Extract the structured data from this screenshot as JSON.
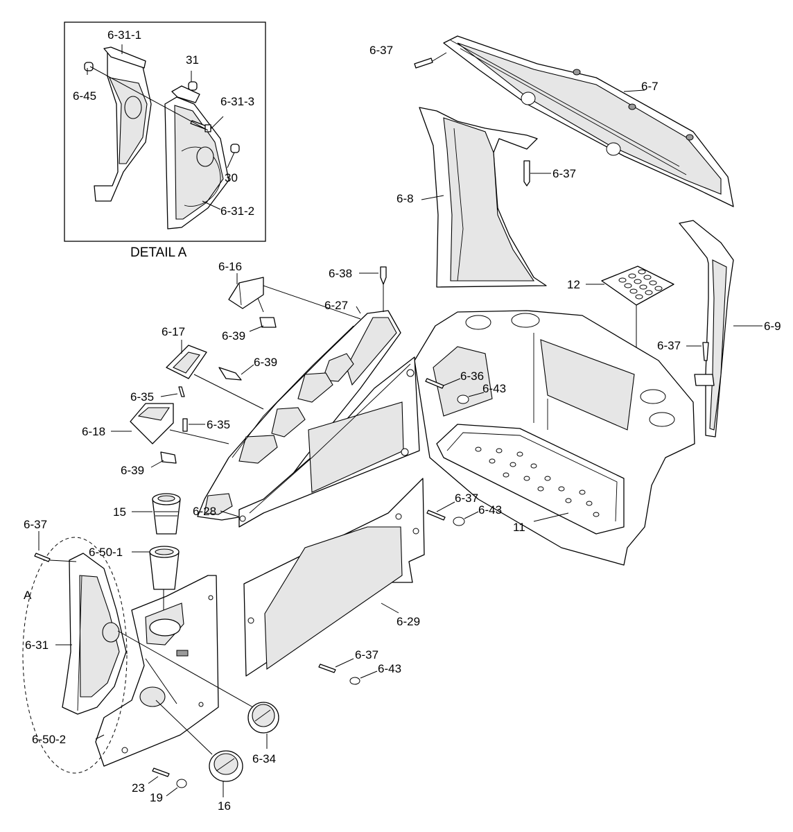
{
  "detail_caption": "DETAIL A",
  "detail_ref": "A",
  "labels": {
    "d_6_31_1": "6-31-1",
    "d_31": "31",
    "d_6_45": "6-45",
    "d_6_31_3": "6-31-3",
    "d_30": "30",
    "d_6_31_2": "6-31-2",
    "l_6_37_top": "6-37",
    "l_6_7": "6-7",
    "l_6_37_b": "6-37",
    "l_6_8": "6-8",
    "l_6_16": "6-16",
    "l_6_38": "6-38",
    "l_6_27": "6-27",
    "l_12": "12",
    "l_6_9": "6-9",
    "l_6_39_a": "6-39",
    "l_6_17": "6-17",
    "l_6_39_b": "6-39",
    "l_6_37_c": "6-37",
    "l_6_36": "6-36",
    "l_6_43_a": "6-43",
    "l_6_35_a": "6-35",
    "l_6_35_b": "6-35",
    "l_6_18": "6-18",
    "l_6_39_c": "6-39",
    "l_15": "15",
    "l_6_37_d": "6-37",
    "l_6_43_b": "6-43",
    "l_11": "11",
    "l_6_37_e": "6-37",
    "l_6_50_1": "6-50-1",
    "l_6_28": "6-28",
    "l_6_29": "6-29",
    "l_6_31": "6-31",
    "l_6_37_f": "6-37",
    "l_6_43_c": "6-43",
    "l_6_50_2": "6-50-2",
    "l_6_34": "6-34",
    "l_23": "23",
    "l_19": "19",
    "l_16": "16"
  }
}
